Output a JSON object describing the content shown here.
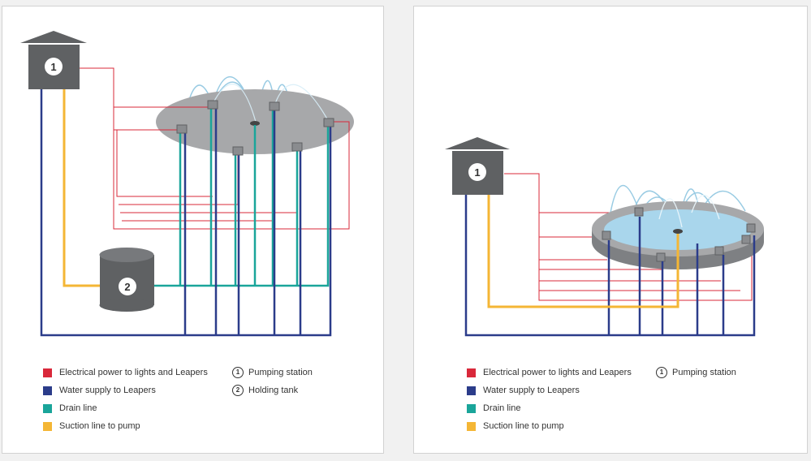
{
  "colors": {
    "electrical": "#d9283a",
    "water": "#2b3c8a",
    "drain": "#1aa59a",
    "suction": "#f4b635",
    "building": "#5f6163",
    "water_surface": "#a9d6ec",
    "jet": "#8fc6e0"
  },
  "left_panel": {
    "markers": {
      "pumping_station": "1",
      "holding_tank": "2"
    },
    "legend": [
      {
        "color_key": "electrical",
        "label": "Electrical power to lights and Leapers"
      },
      {
        "color_key": "water",
        "label": "Water supply to Leapers"
      },
      {
        "color_key": "drain",
        "label": "Drain line"
      },
      {
        "color_key": "suction",
        "label": "Suction line to pump"
      }
    ],
    "key": [
      {
        "number": "1",
        "label": "Pumping station"
      },
      {
        "number": "2",
        "label": "Holding tank"
      }
    ]
  },
  "right_panel": {
    "markers": {
      "pumping_station": "1"
    },
    "legend": [
      {
        "color_key": "electrical",
        "label": "Electrical power to lights and Leapers"
      },
      {
        "color_key": "water",
        "label": "Water supply to Leapers"
      },
      {
        "color_key": "drain",
        "label": "Drain line"
      },
      {
        "color_key": "suction",
        "label": "Suction line to pump"
      }
    ],
    "key": [
      {
        "number": "1",
        "label": "Pumping station"
      }
    ]
  }
}
